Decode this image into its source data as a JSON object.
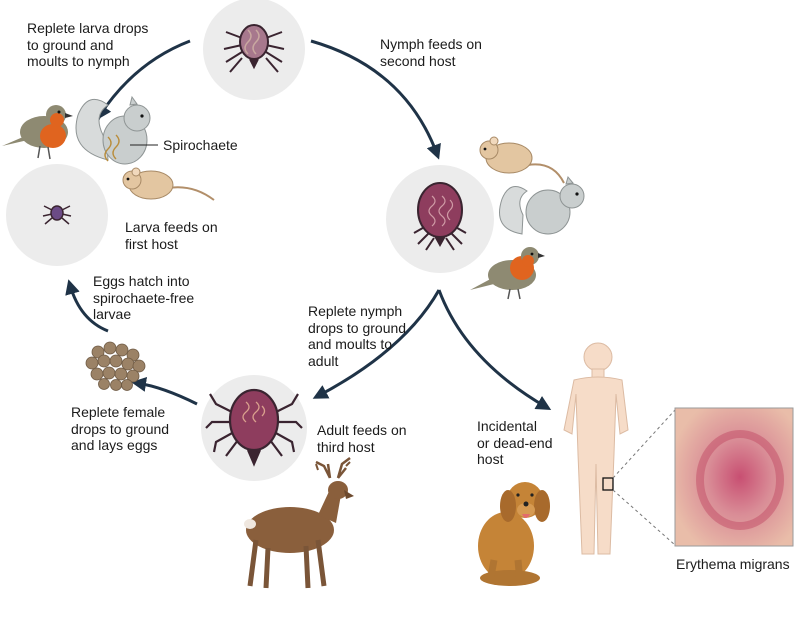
{
  "labels": {
    "larva_drops": [
      "Replete larva drops",
      "to ground and",
      "moults to nymph"
    ],
    "nymph_feeds": [
      "Nymph feeds on",
      "second host"
    ],
    "spirochaete": "Spirochaete",
    "larva_feeds": [
      "Larva feeds on",
      "first host"
    ],
    "eggs_hatch": [
      "Eggs hatch into",
      "spirochaete-free",
      "larvae"
    ],
    "nymph_drops": [
      "Replete nymph",
      "drops to ground",
      "and moults to",
      "adult"
    ],
    "female_drops": [
      "Replete female",
      "drops to ground",
      "and lays eggs"
    ],
    "adult_feeds": [
      "Adult feeds on",
      "third host"
    ],
    "incidental": [
      "Incidental",
      "or dead-end",
      "host"
    ],
    "erythema": "Erythema migrans"
  },
  "colors": {
    "arrow": "#1f3347",
    "stage_circle": "#ececec",
    "tick_body": "#8e3d5e",
    "tick_legs": "#3a2430",
    "human_skin": "#f6dcc8",
    "rash": "#c24b66"
  }
}
